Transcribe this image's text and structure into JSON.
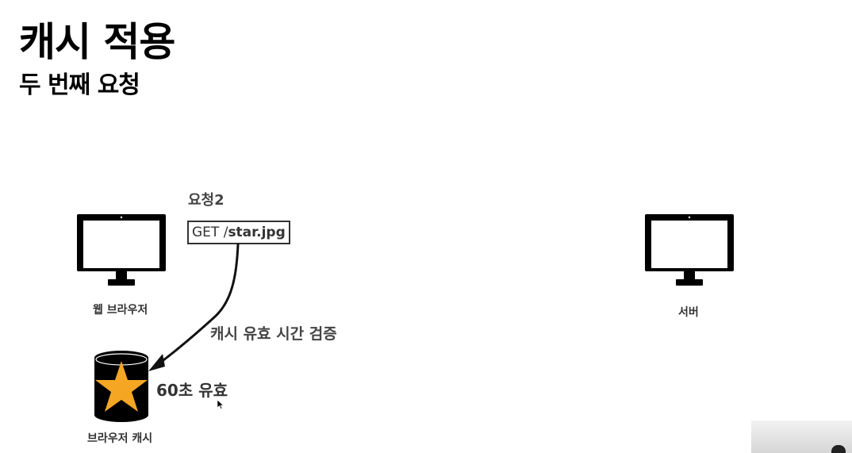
{
  "slide": {
    "title": "캐시 적용",
    "subtitle": "두 번째 요청"
  },
  "diagram": {
    "request_title": "요청2",
    "request_method": "GET /",
    "request_path": "star.jpg",
    "check_label": "캐시 유효 시간 검증",
    "valid_label": "60초 유효",
    "browser_label": "웹 브라우저",
    "server_label": "서버",
    "cache_label": "브라우저 캐시"
  },
  "colors": {
    "star": "#f5a623",
    "ink": "#000000"
  },
  "icons": [
    "monitor-icon",
    "database-star-icon",
    "mouse-cursor-icon",
    "curved-arrow"
  ]
}
